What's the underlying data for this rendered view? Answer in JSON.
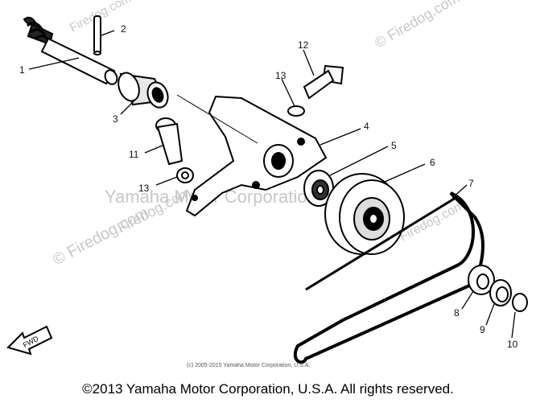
{
  "watermarks": {
    "top_right": "© Firedog.com",
    "center": "Yamaha Motor Corporation, U.S.A.",
    "left_diagonal": "Firedog.com",
    "left_bottom": "© Firedog.com",
    "belt_area": "Firedog.com",
    "top_strip": "Firedog.com"
  },
  "copyright_small": "(c) 2005-2015 Yamaha Motor Corporation, U.S.A.",
  "copyright_footer": "©2013 Yamaha Motor Corporation, U.S.A. All rights reserved.",
  "fwd_label": "FWD",
  "callouts": [
    "1",
    "2",
    "3",
    "4",
    "5",
    "6",
    "7",
    "8",
    "9",
    "10",
    "11",
    "12",
    "13",
    "13"
  ]
}
